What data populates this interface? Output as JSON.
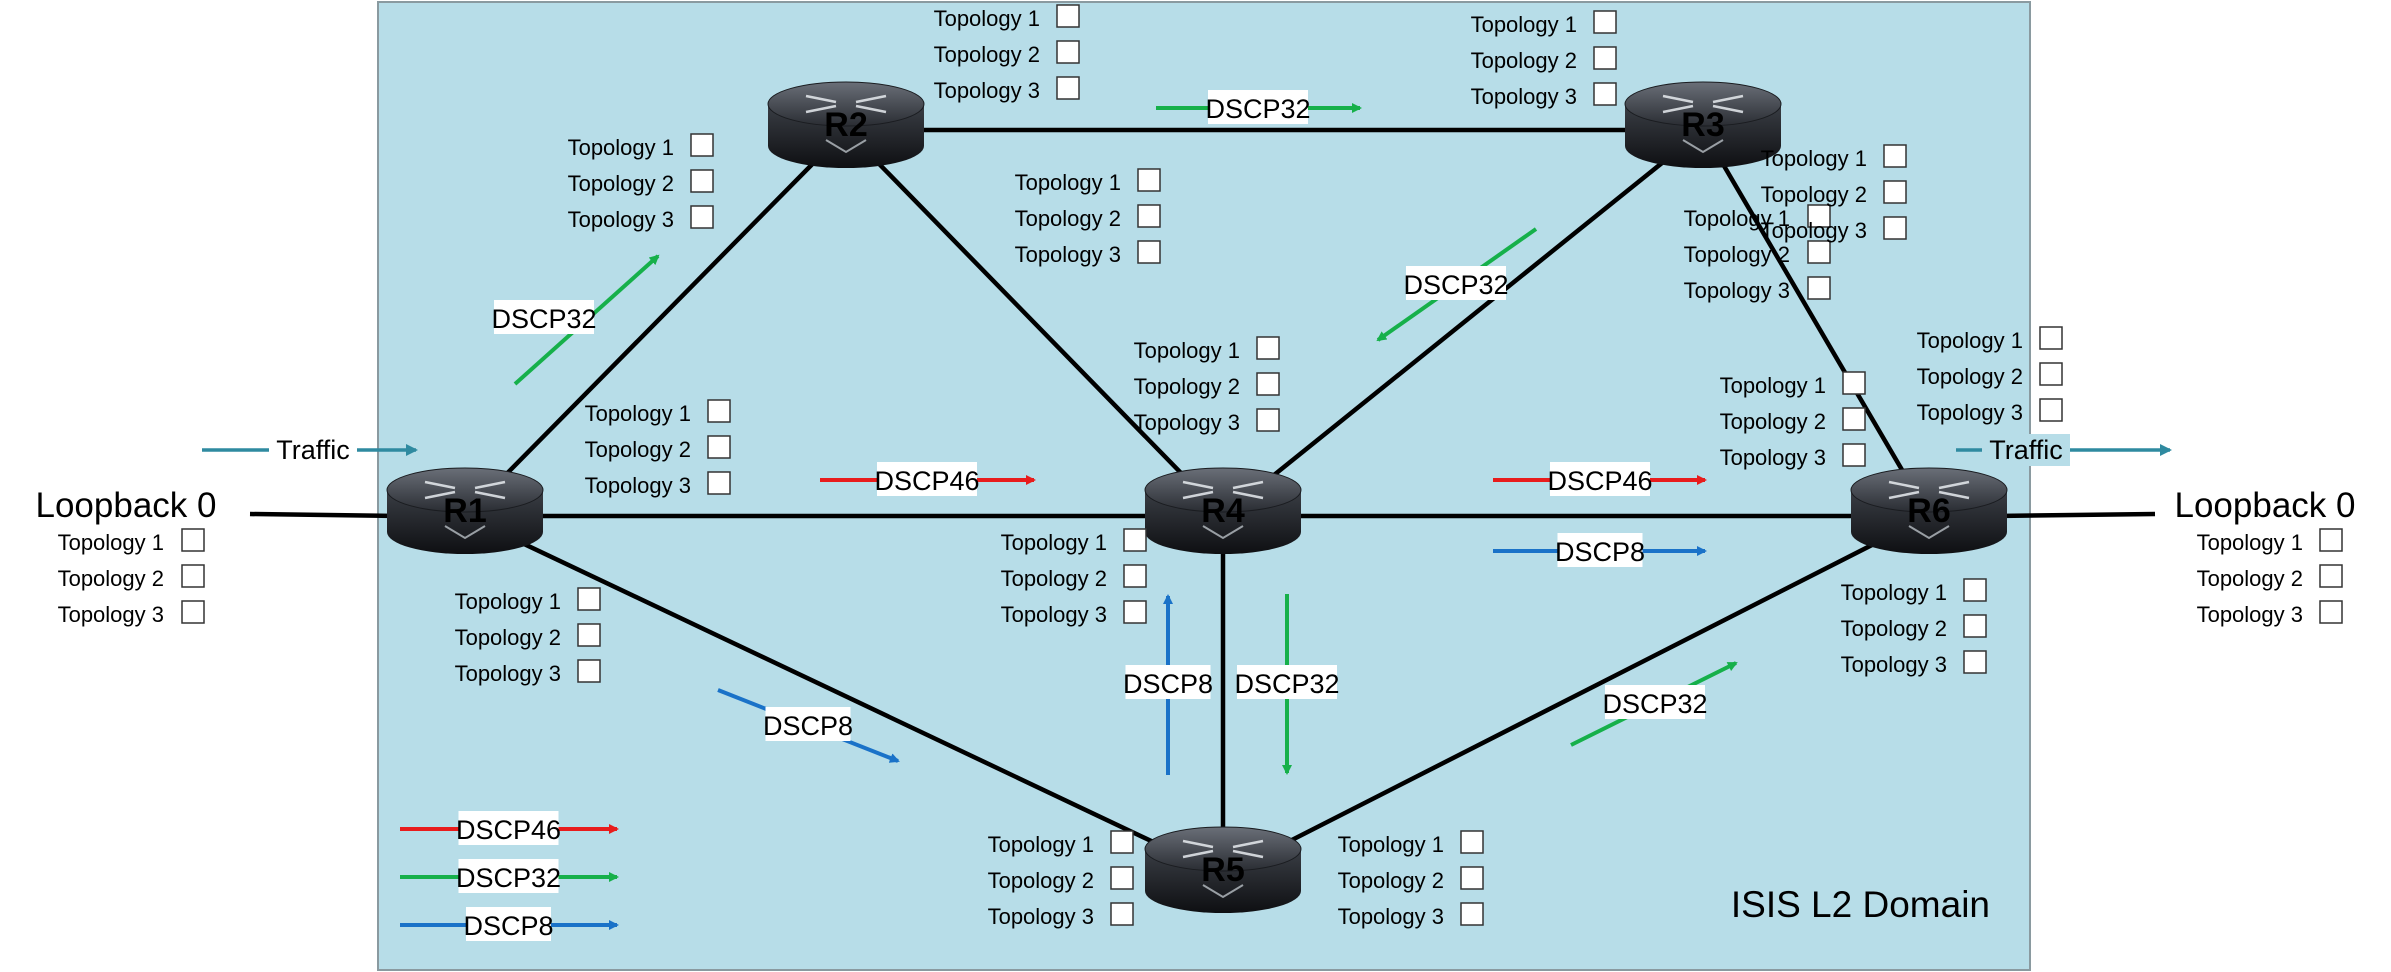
{
  "domain_label": "ISIS L2 Domain",
  "loopbacks": {
    "left": {
      "label": "Loopback 0"
    },
    "right": {
      "label": "Loopback 0"
    }
  },
  "traffic_label": "Traffic",
  "topology_labels": [
    "Topology 1",
    "Topology 2",
    "Topology 3"
  ],
  "routers": [
    {
      "id": "R1",
      "label": "R1"
    },
    {
      "id": "R2",
      "label": "R2"
    },
    {
      "id": "R3",
      "label": "R3"
    },
    {
      "id": "R4",
      "label": "R4"
    },
    {
      "id": "R5",
      "label": "R5"
    },
    {
      "id": "R6",
      "label": "R6"
    }
  ],
  "links": [
    {
      "from": "R1",
      "to": "R2"
    },
    {
      "from": "R2",
      "to": "R3"
    },
    {
      "from": "R2",
      "to": "R4"
    },
    {
      "from": "R1",
      "to": "R4"
    },
    {
      "from": "R3",
      "to": "R4"
    },
    {
      "from": "R3",
      "to": "R6"
    },
    {
      "from": "R4",
      "to": "R6"
    },
    {
      "from": "R4",
      "to": "R5"
    },
    {
      "from": "R1",
      "to": "R5"
    },
    {
      "from": "R5",
      "to": "R6"
    }
  ],
  "dscp_classes": {
    "DSCP46": "#e81c1c",
    "DSCP32": "#16b04a",
    "DSCP8": "#1a72c8"
  },
  "flow_labels": [
    {
      "text": "DSCP32",
      "class": "DSCP32"
    },
    {
      "text": "DSCP32",
      "class": "DSCP32"
    },
    {
      "text": "DSCP32",
      "class": "DSCP32"
    },
    {
      "text": "DSCP46",
      "class": "DSCP46"
    },
    {
      "text": "DSCP46",
      "class": "DSCP46"
    },
    {
      "text": "DSCP8",
      "class": "DSCP8"
    },
    {
      "text": "DSCP8",
      "class": "DSCP8"
    },
    {
      "text": "DSCP8",
      "class": "DSCP8"
    },
    {
      "text": "DSCP32",
      "class": "DSCP32"
    },
    {
      "text": "DSCP32",
      "class": "DSCP32"
    }
  ],
  "legend": [
    {
      "text": "DSCP46",
      "class": "DSCP46"
    },
    {
      "text": "DSCP32",
      "class": "DSCP32"
    },
    {
      "text": "DSCP8",
      "class": "DSCP8"
    }
  ],
  "colors": {
    "domain_fill": "#b7dde8",
    "domain_stroke": "#8a9aa0",
    "link": "#000000",
    "traffic_arrow": "#2f8aa0"
  }
}
